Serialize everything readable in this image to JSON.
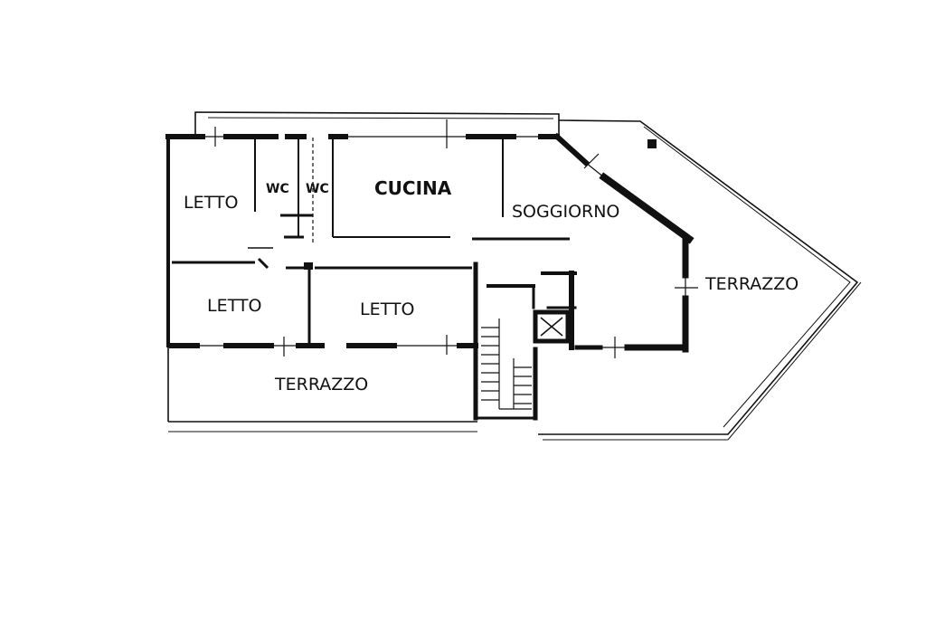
{
  "colors": {
    "background": "#ffffff",
    "ink": "#111111"
  },
  "rooms": {
    "letto_1": "LETTO",
    "wc_1": "WC",
    "wc_2": "WC",
    "cucina": "CUCINA",
    "soggiorno": "SOGGIORNO",
    "letto_2": "LETTO",
    "letto_3": "LETTO",
    "terrazzo_bottom": "TERRAZZO",
    "terrazzo_right": "TERRAZZO"
  }
}
